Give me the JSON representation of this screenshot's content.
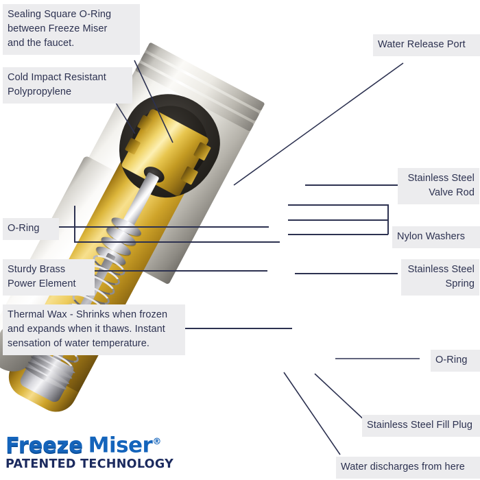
{
  "meta": {
    "background_color": "#ffffff",
    "label_bg_color": "#ececee",
    "text_color": "#2c3150",
    "leader_color": "#2c3150"
  },
  "labels": {
    "sealing_oring": "Sealing Square O-Ring\nbetween Freeze Miser\nand the faucet.",
    "polypropylene": "Cold Impact Resistant\nPolypropylene",
    "water_release_port": "Water Release Port",
    "valve_rod": "Stainless Steel\nValve Rod",
    "nylon_washers": "Nylon Washers",
    "oring_left": "O-Ring",
    "power_element": "Sturdy Brass\nPower Element",
    "spring": "Stainless Steel\nSpring",
    "thermal_wax": "Thermal Wax - Shrinks when frozen\nand expands when it thaws. Instant\nsensation of water temperature.",
    "oring_right": "O-Ring",
    "fill_plug": "Stainless Steel Fill Plug",
    "water_discharge": "Water discharges from here"
  },
  "logo": {
    "word_freeze": "Freeze",
    "word_miser": "Miser",
    "registered_mark": "®",
    "tagline": "PATENTED TECHNOLOGY",
    "brand_blue": "#1464bb",
    "tagline_color": "#1b2a5e"
  },
  "device": {
    "name": "freeze-miser-cutaway",
    "materials": {
      "housing": "Cold Impact Resistant Polypropylene",
      "power_element": "Brass",
      "valve_rod": "Stainless Steel",
      "washers": "Nylon",
      "spring": "Stainless Steel",
      "fill_plug": "Stainless Steel",
      "seal": "Square O-Ring"
    }
  }
}
